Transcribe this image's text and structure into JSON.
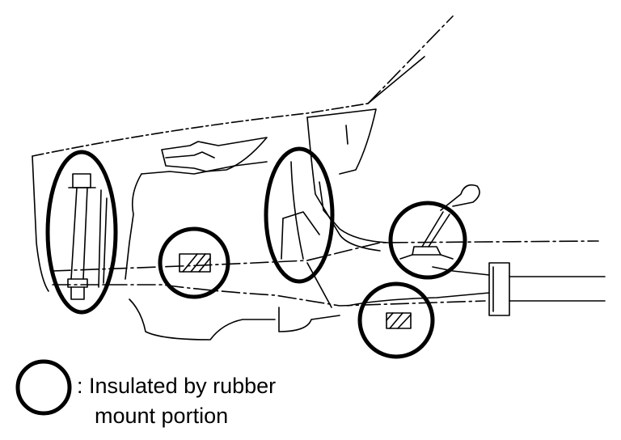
{
  "diagram": {
    "colors": {
      "line": "#000000",
      "background": "#ffffff"
    },
    "mount_markers": [
      {
        "name": "front-mount"
      },
      {
        "name": "left-lower-mount"
      },
      {
        "name": "center-mount"
      },
      {
        "name": "rear-upper-mount"
      },
      {
        "name": "rear-lower-mount"
      }
    ]
  },
  "legend": {
    "symbol": "circle",
    "line1": ": Insulated by rubber",
    "line2": "mount portion"
  }
}
